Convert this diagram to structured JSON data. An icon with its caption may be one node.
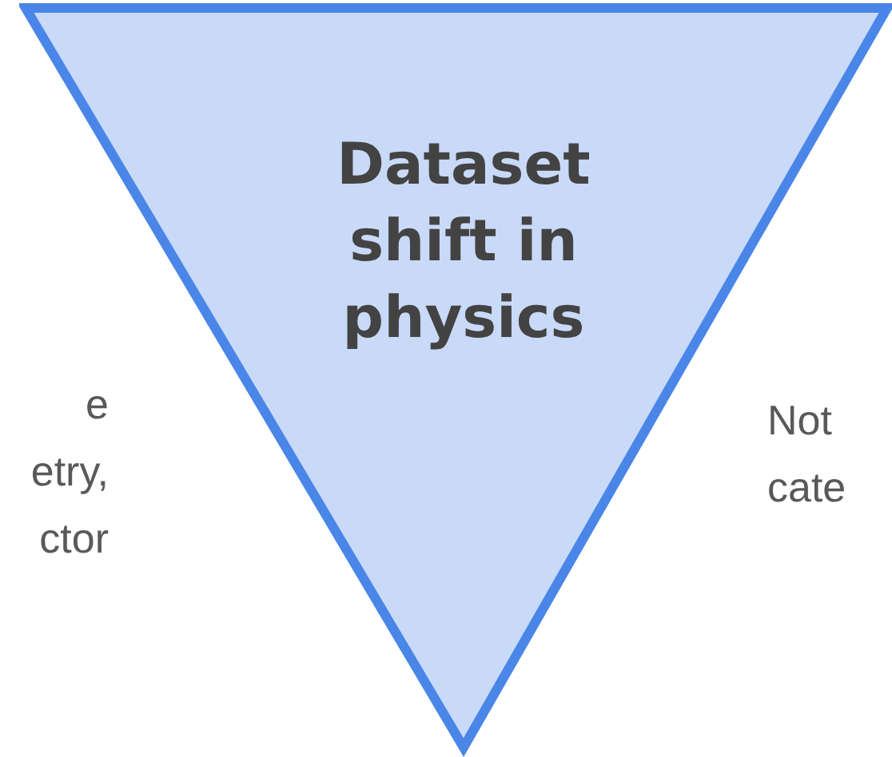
{
  "diagram": {
    "nodes": [
      {
        "text": [
          "Dataset shift in physics"
        ]
      }
    ],
    "labels": [
      "e etry, ctor",
      "Not cate"
    ]
  }
}
